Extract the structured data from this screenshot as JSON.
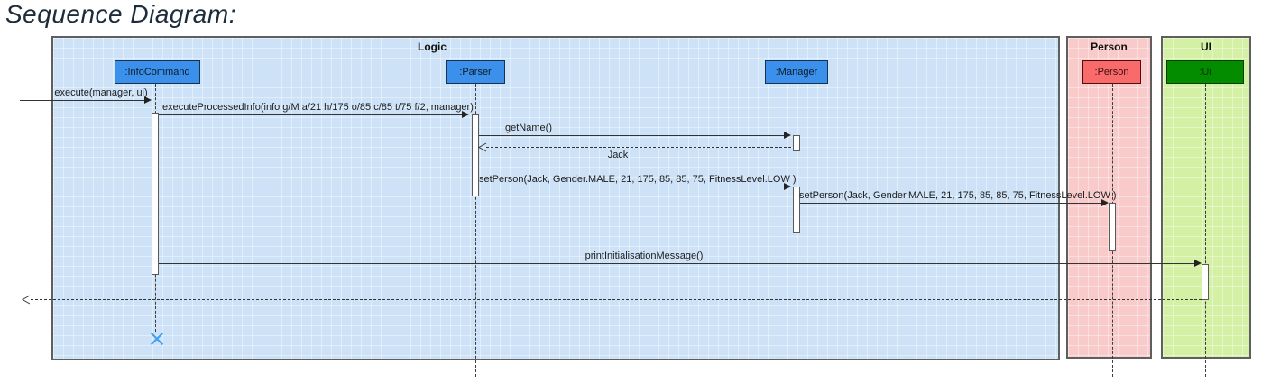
{
  "title": "Sequence Diagram:",
  "frames": {
    "logic": {
      "label": "Logic"
    },
    "person": {
      "label": "Person"
    },
    "ui": {
      "label": "UI"
    }
  },
  "participants": {
    "info_command": {
      "label": ":InfoCommand",
      "frame": "Logic"
    },
    "parser": {
      "label": ":Parser",
      "frame": "Logic"
    },
    "manager": {
      "label": ":Manager",
      "frame": "Logic"
    },
    "person": {
      "label": ":Person",
      "frame": "Person"
    },
    "ui": {
      "label": ":Ui",
      "frame": "UI"
    }
  },
  "messages": {
    "execute": {
      "label": "execute(manager, ui)",
      "type": "sync",
      "from": "external",
      "to": "info_command"
    },
    "execute_processed_info": {
      "label": "executeProcessedInfo(info g/M a/21 h/175 o/85 c/85 t/75 f/2, manager)",
      "type": "sync",
      "from": "info_command",
      "to": "parser"
    },
    "get_name": {
      "label": "getName()",
      "type": "sync",
      "from": "parser",
      "to": "manager"
    },
    "jack_return": {
      "label": "Jack",
      "type": "return",
      "from": "manager",
      "to": "parser"
    },
    "set_person_1": {
      "label": "setPerson(Jack, Gender.MALE, 21, 175, 85, 85, 75, FitnessLevel.LOW )",
      "type": "sync",
      "from": "parser",
      "to": "manager"
    },
    "set_person_2": {
      "label": "setPerson(Jack, Gender.MALE, 21, 175, 85, 85, 75, FitnessLevel.LOW )",
      "type": "sync",
      "from": "manager",
      "to": "person"
    },
    "print_initialisation_message": {
      "label": "printInitialisationMessage()",
      "type": "sync",
      "from": "info_command",
      "to": "ui"
    },
    "final_return": {
      "label": "",
      "type": "return",
      "from": "ui",
      "to": "external"
    }
  },
  "destruction": {
    "lifeline": "info_command"
  },
  "colors": {
    "logic_fill": "#cde2f7",
    "person_fill": "#f9caca",
    "ui_fill": "#d3f0a4",
    "participant_fill": "#3a90ea",
    "person_box_fill": "#f96b6b",
    "ui_box_fill": "#048c00",
    "arrow": "#333333",
    "destroy_x": "#3f9ff0"
  }
}
